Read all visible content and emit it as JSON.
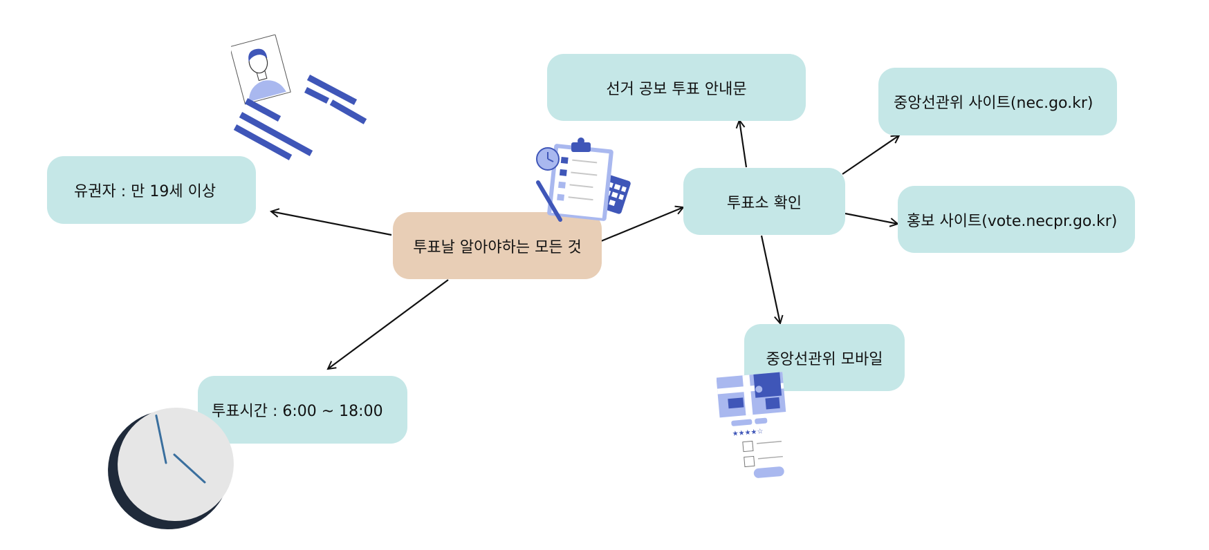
{
  "colors": {
    "node_fill": "#c5e7e7",
    "center_fill": "#e8ceb6",
    "arrow": "#111111",
    "illustration_accent": "#3f56b8",
    "illustration_light": "#a9b8ef",
    "clock_face": "#e6e6e6",
    "clock_rim": "#1f2a3a",
    "clock_hand": "#3a6f9e"
  },
  "diagram": {
    "center_topic": "투표날 알아야하는 모든 것",
    "eligibility": "유권자 : 만 19세 이상",
    "voting_hours": "투표시간 : 6:00 ~ 18:00",
    "polling_place": "투표소 확인",
    "election_notice": "선거 공보 투표 안내문",
    "nec_site": "중앙선관위 사이트(nec.go.kr)",
    "promo_site": "홍보 사이트(vote.necpr.go.kr)",
    "nec_mobile": "중앙선관위 모바일"
  },
  "icons": [
    "id-card-icon",
    "checklist-clipboard-icon",
    "clock-icon",
    "mobile-app-icon"
  ]
}
